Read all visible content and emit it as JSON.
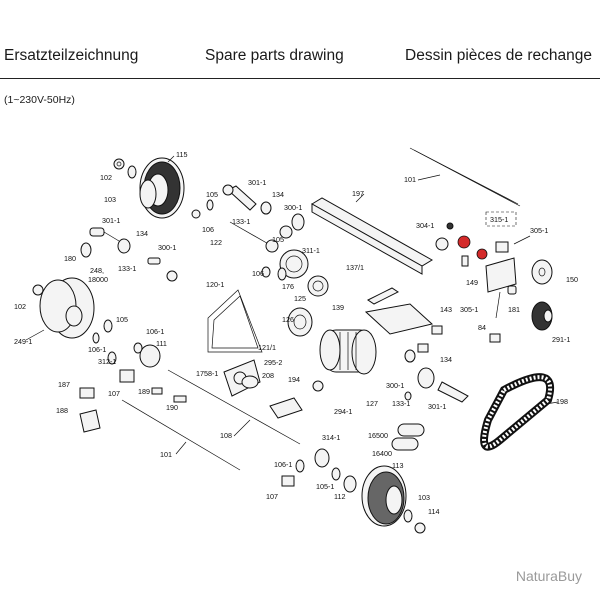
{
  "header": {
    "title_de": "Ersatzteilzeichnung",
    "title_en": "Spare parts drawing",
    "title_fr": "Dessin pièces de rechange"
  },
  "voltage": "(1~230V-50Hz)",
  "labels": {
    "p115": "115",
    "p102a": "102",
    "p103a": "103",
    "p301_1a": "301-1",
    "p134a": "134",
    "p105a": "105",
    "p106a": "106",
    "p133_1a": "133-1",
    "p300_1a": "300-1",
    "p122": "122",
    "p197": "197",
    "p101a": "101",
    "p315_1": "315-1",
    "p304_1": "304-1",
    "p305_1a": "305-1",
    "p150": "150",
    "p301_1b": "301-1",
    "p134b": "134",
    "p180": "180",
    "p300_1b": "300-1",
    "p133_1b": "133-1",
    "p248": "248,",
    "p18000": "18000",
    "p105b": "105",
    "p311_1": "311-1",
    "p106b": "106",
    "p176": "176",
    "p125": "125",
    "p137_1": "137/1",
    "p149": "149",
    "p102b": "102",
    "p120_1": "120-1",
    "p139": "139",
    "p305_1b": "305-1",
    "p181": "181",
    "p84": "84",
    "p291_1": "291-1",
    "p249_1": "249-1",
    "p105c": "105",
    "p106_1a": "106-1",
    "p106_1b": "106-1",
    "p111": "111",
    "p312_1": "312-1",
    "p126": "126",
    "p143": "143",
    "p121_1": "121/1",
    "p295_2": "295-2",
    "p1758_1": "1758-1",
    "p208": "208",
    "p134c": "134",
    "p187": "187",
    "p107a": "107",
    "p189": "189",
    "p194": "194",
    "p127": "127",
    "p300_1c": "300-1",
    "p188": "188",
    "p190": "190",
    "p294_1": "294-1",
    "p133_1c": "133-1",
    "p301_1c": "301-1",
    "p198": "198",
    "p108": "108",
    "p314_1": "314-1",
    "p16500": "16500",
    "p101b": "101",
    "p106_1c": "106-1",
    "p16400": "16400",
    "p113": "113",
    "p105_1": "105-1",
    "p107b": "107",
    "p112": "112",
    "p103b": "103",
    "p114": "114"
  },
  "watermark": "NaturaBuy",
  "colors": {
    "highlight": "#d42a2a",
    "ink": "#111111"
  }
}
